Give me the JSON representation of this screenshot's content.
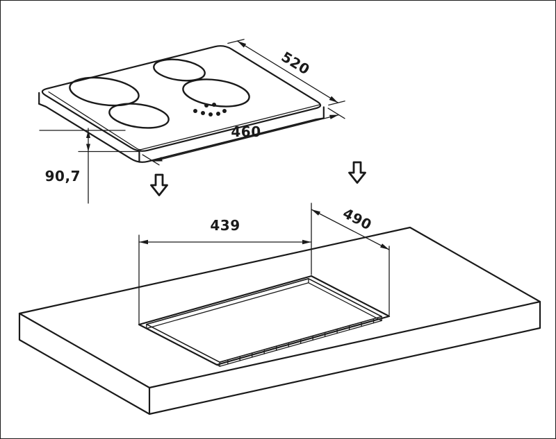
{
  "page": {
    "background_color": "#ffffff",
    "line_color": "#1a1a1a"
  },
  "diagram": {
    "labels": {
      "hob_depth": "520",
      "hob_width": "460",
      "hob_height": "90,7",
      "cutout_width": "439",
      "cutout_depth": "490"
    }
  }
}
